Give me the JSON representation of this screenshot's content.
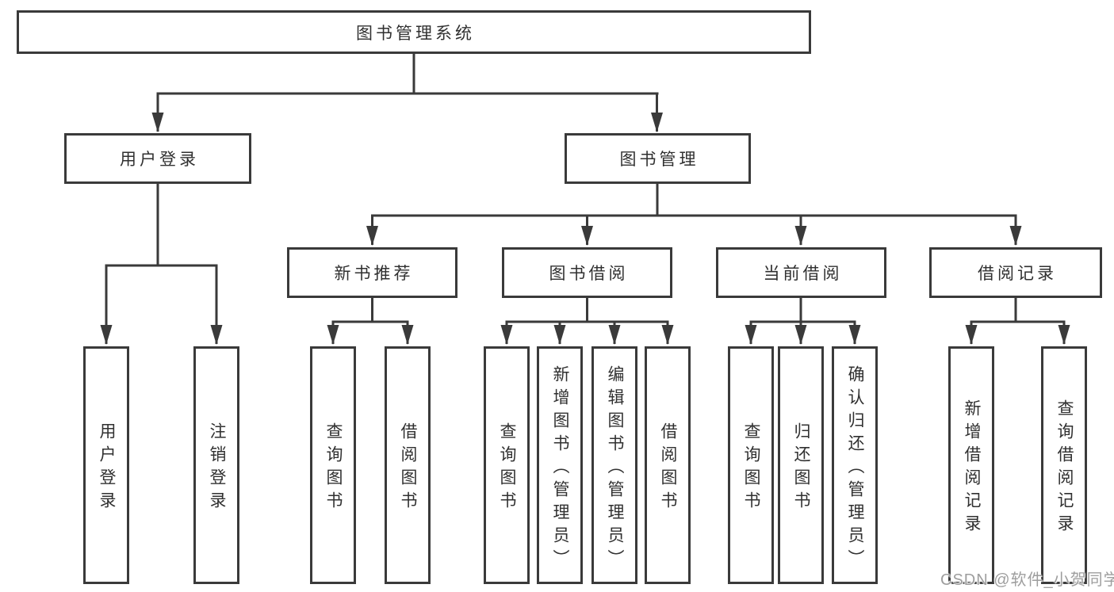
{
  "tree": {
    "label": "图书管理系统",
    "children": [
      {
        "label": "用户登录",
        "children": [
          {
            "label": "用户登录"
          },
          {
            "label": "注销登录"
          }
        ]
      },
      {
        "label": "图书管理",
        "children": [
          {
            "label": "新书推荐",
            "children": [
              {
                "label": "查询图书"
              },
              {
                "label": "借阅图书"
              }
            ]
          },
          {
            "label": "图书借阅",
            "children": [
              {
                "label": "查询图书"
              },
              {
                "label": "新增图书（管理员）"
              },
              {
                "label": "编辑图书（管理员）"
              },
              {
                "label": "借阅图书"
              }
            ]
          },
          {
            "label": "当前借阅",
            "children": [
              {
                "label": "查询图书"
              },
              {
                "label": "归还图书"
              },
              {
                "label": "确认归还（管理员）"
              }
            ]
          },
          {
            "label": "借阅记录",
            "children": [
              {
                "label": "新增借阅记录"
              },
              {
                "label": "查询借阅记录"
              }
            ]
          }
        ]
      }
    ]
  },
  "watermark": {
    "text": "CSDN @软件_小贺同学"
  },
  "colors": {
    "line": "#3a3a3a",
    "text": "#303030",
    "background": "#ffffff",
    "watermark": "#9e9e9e"
  }
}
